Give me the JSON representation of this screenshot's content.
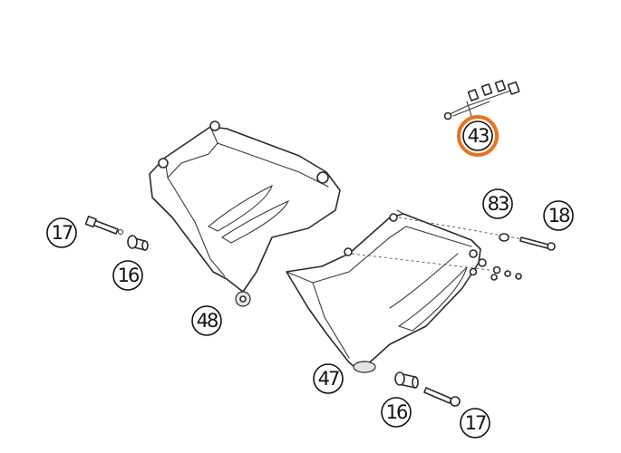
{
  "callouts": [
    {
      "label": "17",
      "highlighted": false
    },
    {
      "label": "16",
      "highlighted": false
    },
    {
      "label": "48",
      "highlighted": false
    },
    {
      "label": "43",
      "highlighted": true
    },
    {
      "label": "83",
      "highlighted": false
    },
    {
      "label": "18",
      "highlighted": false
    },
    {
      "label": "47",
      "highlighted": false
    },
    {
      "label": "16",
      "highlighted": false
    },
    {
      "label": "17",
      "highlighted": false
    }
  ],
  "colors": {
    "highlight": "#e8731f",
    "line": "#2a2a2a",
    "background": "#ffffff"
  }
}
